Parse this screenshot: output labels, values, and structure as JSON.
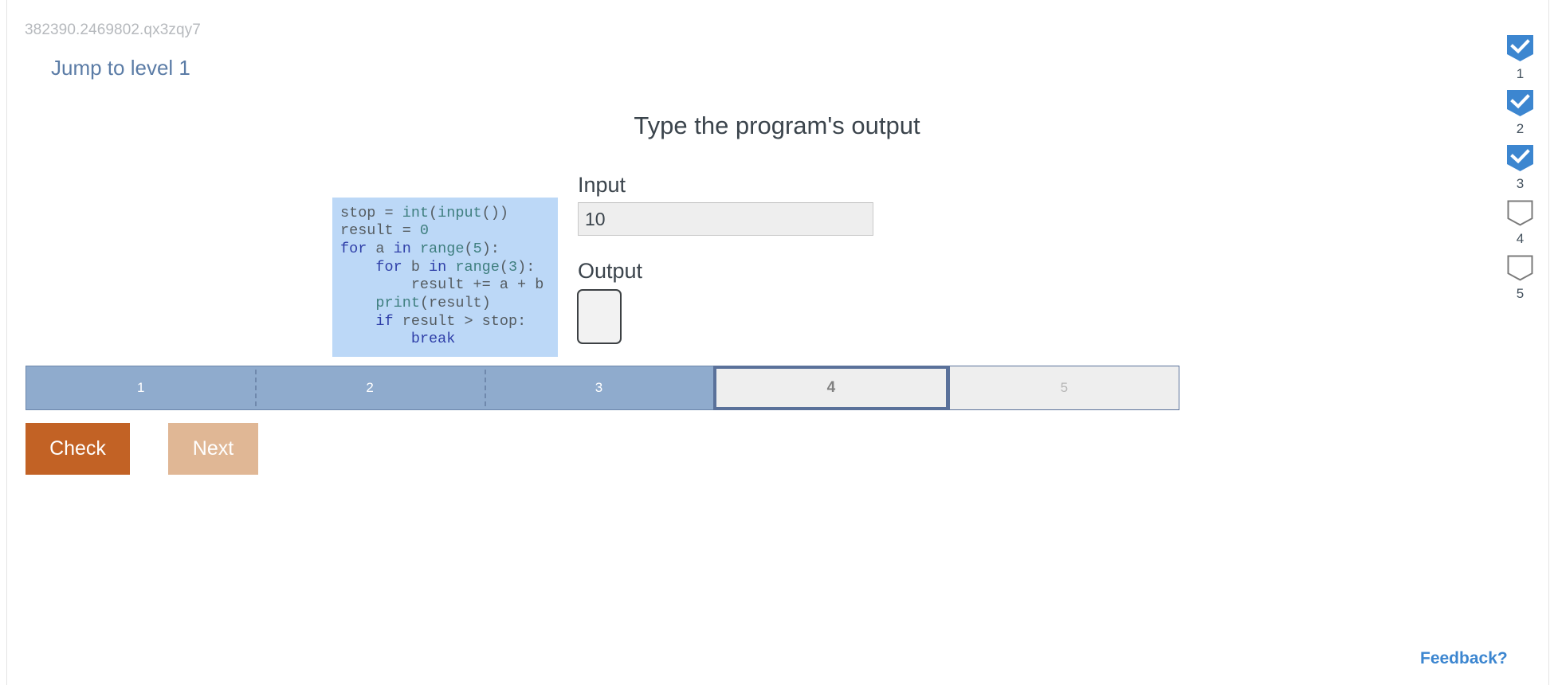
{
  "header": {
    "session_id": "382390.2469802.qx3zqy7",
    "jump_link": "Jump to level 1"
  },
  "title": "Type the program's output",
  "code": {
    "language": "python",
    "lines": [
      "stop = int(input())",
      "result = 0",
      "for a in range(5):",
      "    for b in range(3):",
      "        result += a + b",
      "    print(result)",
      "    if result > stop:",
      "        break"
    ]
  },
  "io": {
    "input_label": "Input",
    "input_value": "10",
    "input_placeholder": "",
    "output_label": "Output",
    "output_value": "",
    "output_placeholder": ""
  },
  "progress": {
    "segments": [
      {
        "label": "1",
        "state": "done"
      },
      {
        "label": "2",
        "state": "done"
      },
      {
        "label": "3",
        "state": "done"
      },
      {
        "label": "4",
        "state": "current"
      },
      {
        "label": "5",
        "state": "upcoming"
      }
    ]
  },
  "actions": {
    "check_label": "Check",
    "next_label": "Next"
  },
  "rail": {
    "items": [
      {
        "label": "1",
        "checked": true
      },
      {
        "label": "2",
        "checked": true
      },
      {
        "label": "3",
        "checked": true
      },
      {
        "label": "4",
        "checked": false
      },
      {
        "label": "5",
        "checked": false
      }
    ]
  },
  "feedback": {
    "label": "Feedback?"
  },
  "colors": {
    "code_bg": "#bcd8f7",
    "keyword": "#2f3fa8",
    "builtin": "#3f7f7f",
    "progress_done": "#8fabcd",
    "progress_border": "#5a719a",
    "check_button": "#c26225",
    "next_button": "#e0b795",
    "badge_checked": "#3c86d0",
    "link": "#5b7ca6",
    "feedback": "#3c86d0"
  }
}
